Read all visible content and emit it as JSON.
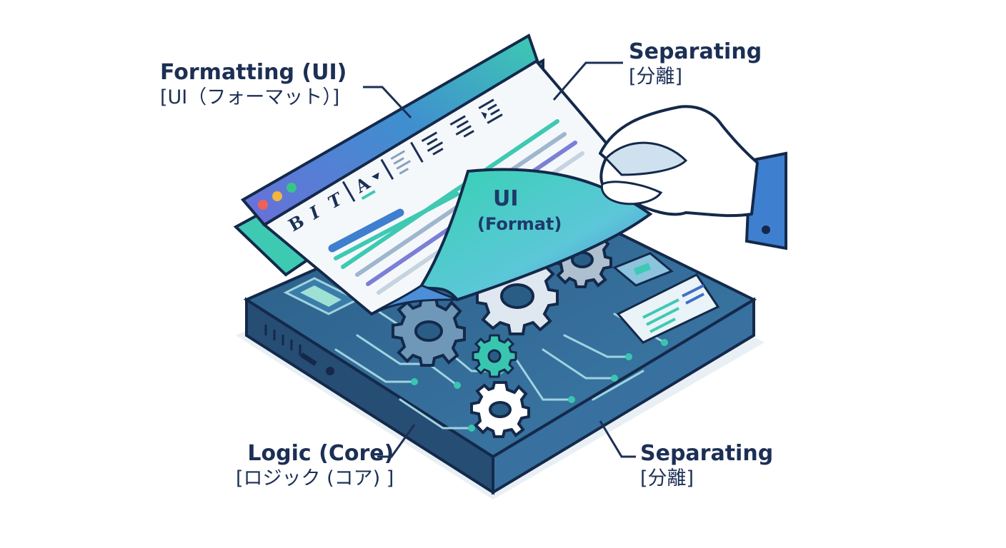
{
  "labels": {
    "formatting": {
      "en": "Formatting (UI)",
      "ja": "[UI（フォーマット）]"
    },
    "separating_top": {
      "en": "Separating",
      "ja": "[分離]"
    },
    "logic": {
      "en": "Logic (Core)",
      "ja": "[ロジック (コア) ]"
    },
    "separating_bottom": {
      "en": "Separating",
      "ja": "[分離]"
    }
  },
  "peel": {
    "title": "UI",
    "subtitle": "(Format)"
  },
  "toolbar": {
    "bold": "B",
    "italic": "I",
    "text": "T",
    "font_color": "A"
  },
  "colors": {
    "navy": "#1c2f55",
    "board": "#2c5d86",
    "board_dark": "#1e4466",
    "teal": "#39c6b0",
    "window_bar": "#3f7fcf",
    "window_bar_alt": "#5b6fd6",
    "gear": "#d9e4ee",
    "dot_red": "#f0605a",
    "dot_yellow": "#f2b53d",
    "dot_green": "#37c48a"
  }
}
